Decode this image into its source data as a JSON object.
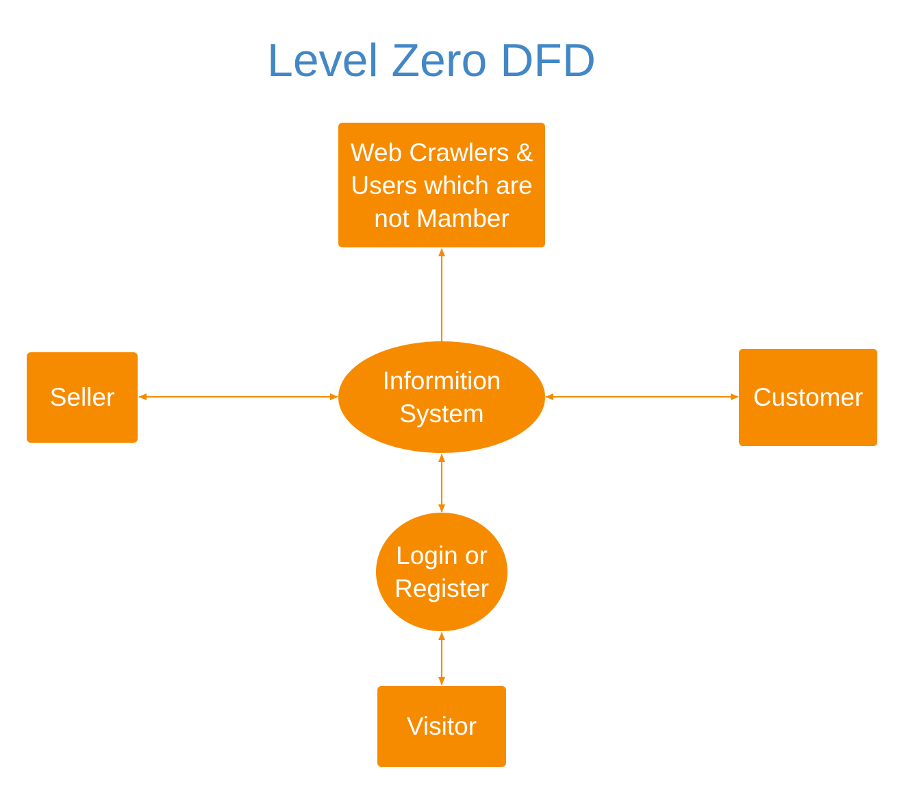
{
  "title": "Level Zero DFD",
  "colors": {
    "title": "#4287c6",
    "node_fill": "#f78b00",
    "arrow": "#f78b00",
    "text_on_node": "#ffffff"
  },
  "nodes": {
    "web_crawlers": {
      "label": "Web Crawlers & Users which are not Mamber",
      "shape": "rectangle"
    },
    "seller": {
      "label": "Seller",
      "shape": "rectangle"
    },
    "customer": {
      "label": "Customer",
      "shape": "rectangle"
    },
    "information_system": {
      "label": "Informition System",
      "shape": "ellipse"
    },
    "login_register": {
      "label": "Login or Register",
      "shape": "ellipse"
    },
    "visitor": {
      "label": "Visitor",
      "shape": "rectangle"
    }
  },
  "edges": [
    {
      "from": "information_system",
      "to": "web_crawlers",
      "direction": "forward"
    },
    {
      "from": "seller",
      "to": "information_system",
      "direction": "both"
    },
    {
      "from": "information_system",
      "to": "customer",
      "direction": "both"
    },
    {
      "from": "information_system",
      "to": "login_register",
      "direction": "both"
    },
    {
      "from": "login_register",
      "to": "visitor",
      "direction": "both"
    }
  ]
}
